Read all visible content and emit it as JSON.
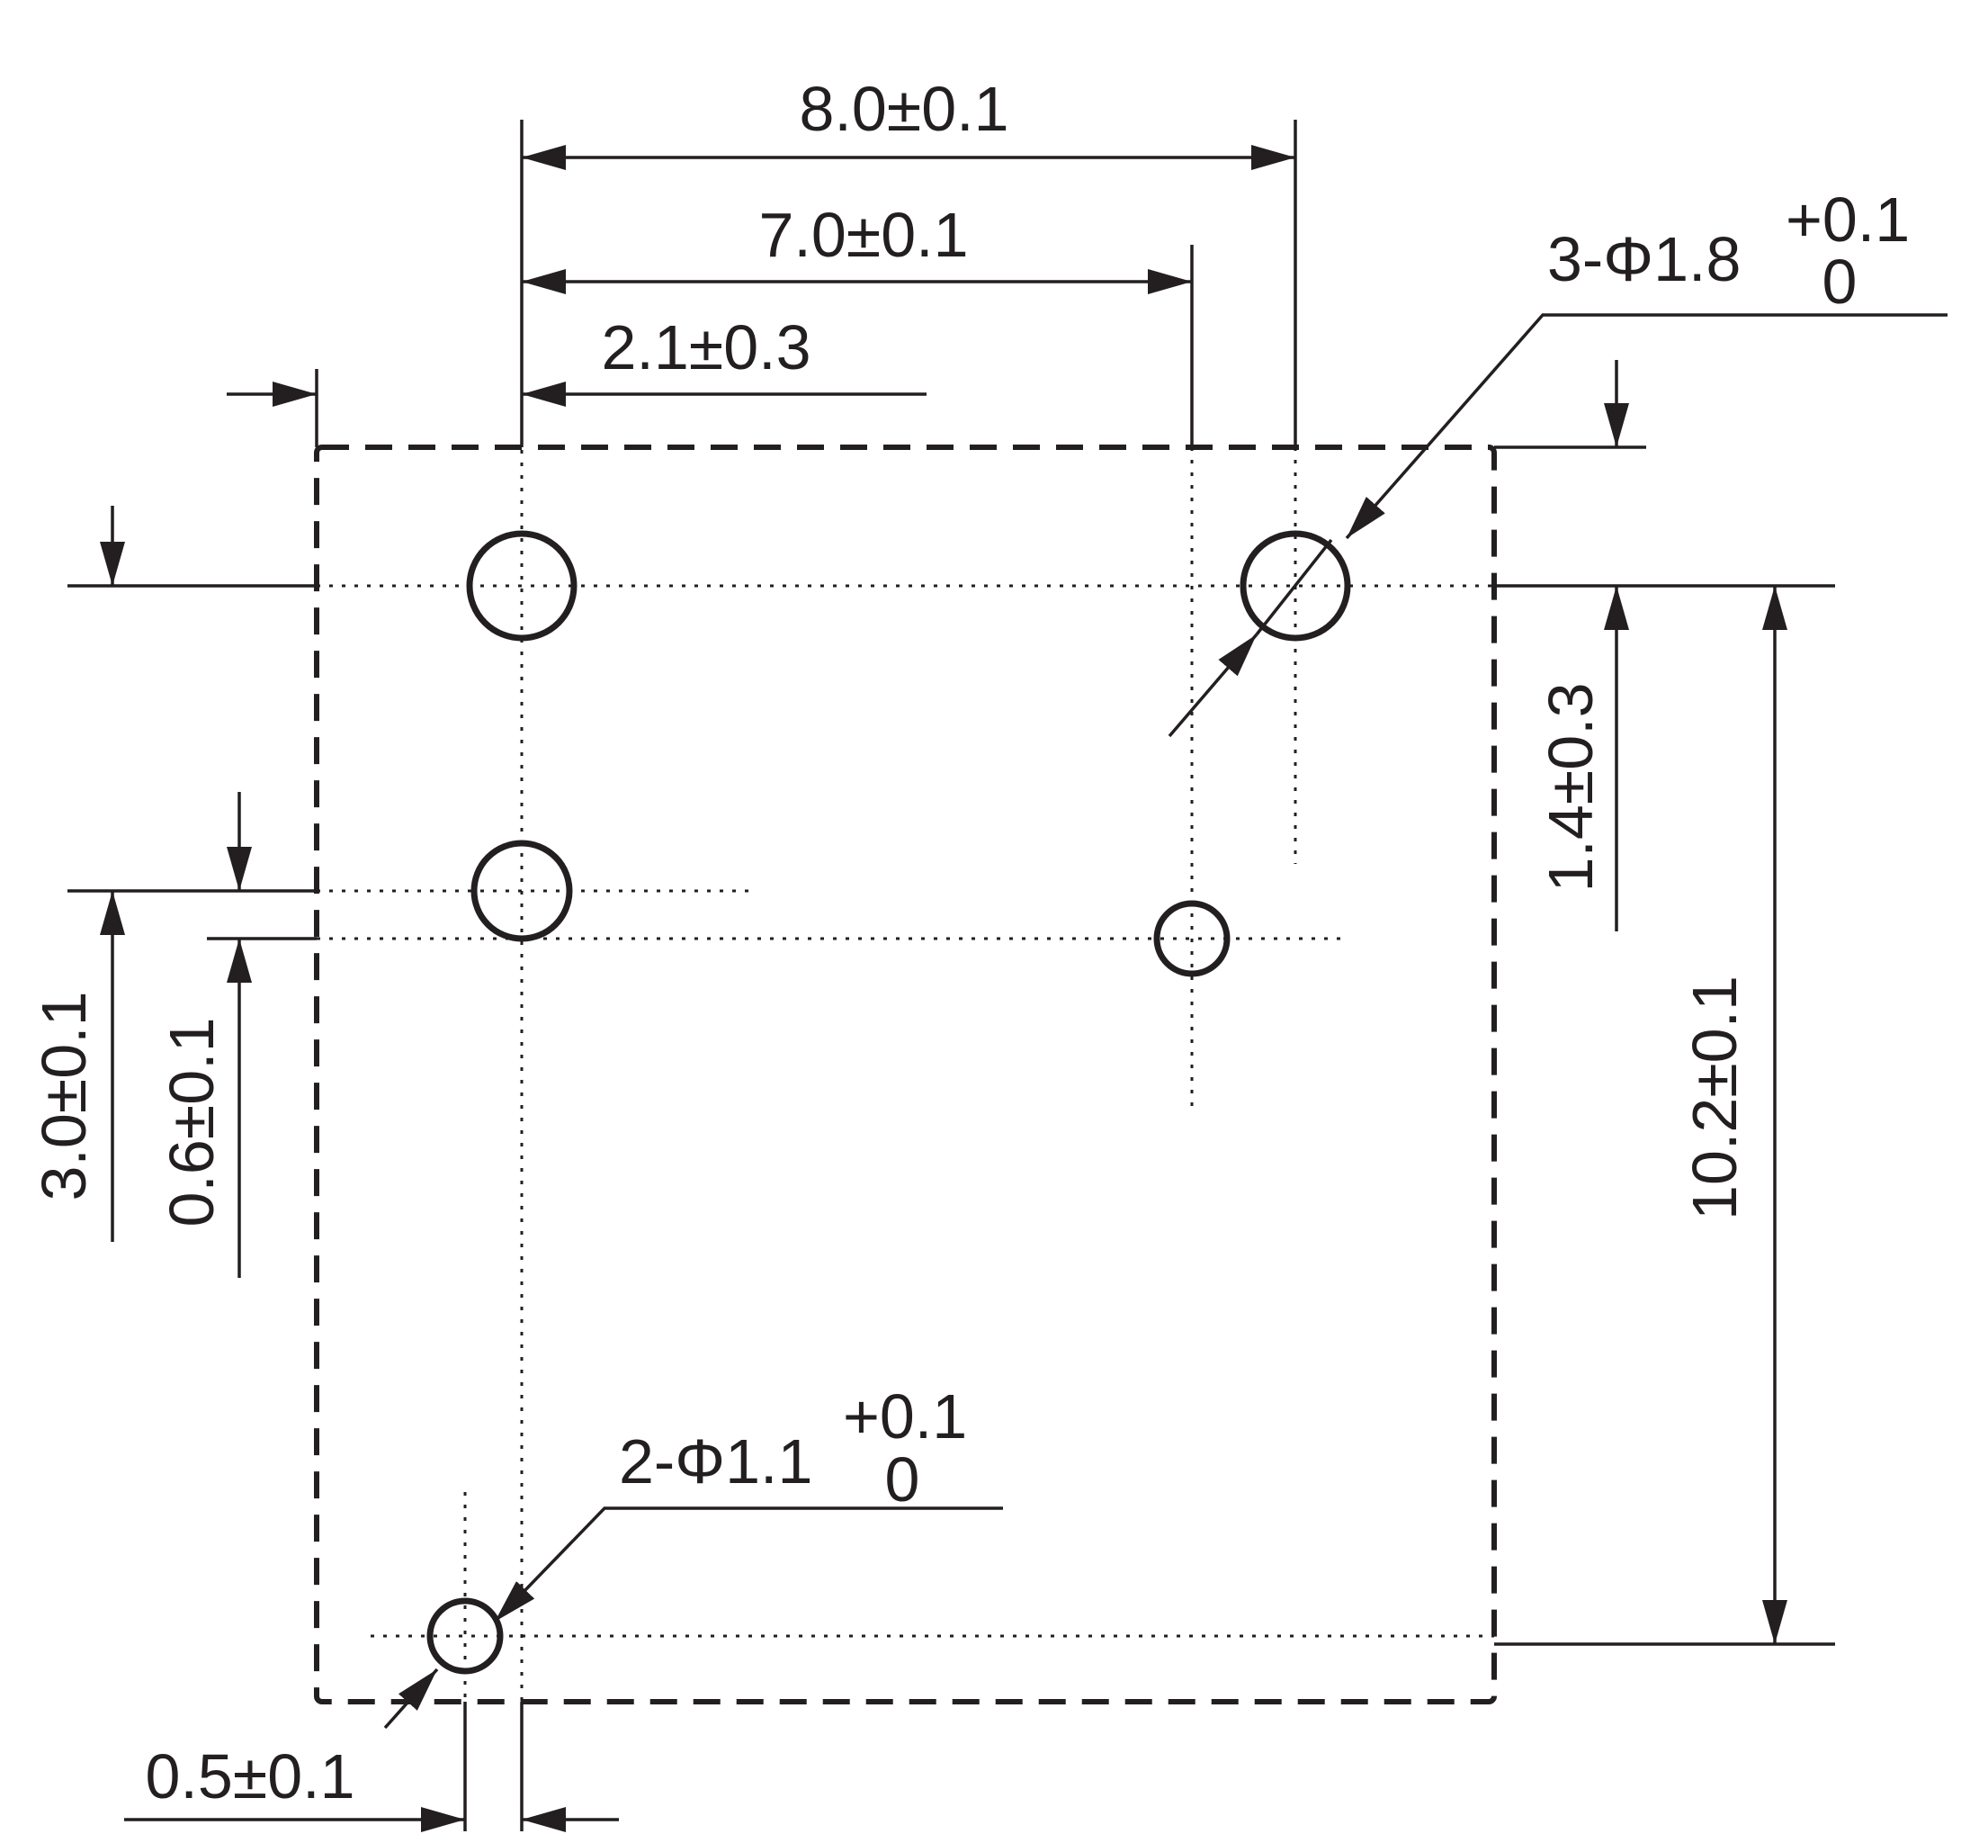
{
  "dimensions": {
    "top_overall": "8.0±0.1",
    "top_mid": "7.0±0.1",
    "top_left_offset": "2.1±0.3",
    "left_row_pitch": "3.0±0.1",
    "left_small_offset": "0.6±0.1",
    "right_top_offset": "1.4±0.3",
    "right_height": "10.2±0.1",
    "bottom_offset": "0.5±0.1"
  },
  "callouts": {
    "large_holes": {
      "label": "3-Φ1.8",
      "tol_upper": "+0.1",
      "tol_lower": "0"
    },
    "small_holes": {
      "label": "2-Φ1.1",
      "tol_upper": "+0.1",
      "tol_lower": "0"
    }
  },
  "colors": {
    "ink": "#231f20",
    "background": "#ffffff"
  }
}
